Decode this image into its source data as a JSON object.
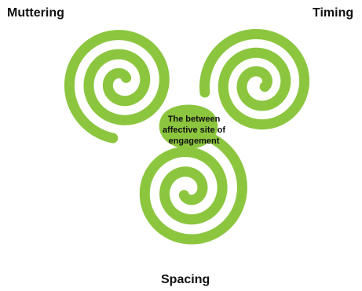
{
  "diagram": {
    "spiral_color": "#8cc63f",
    "background_color": "#ffffff",
    "spirals": [
      {
        "name": "Muttering",
        "icon": "spiral-icon"
      },
      {
        "name": "Timing",
        "icon": "spiral-icon"
      },
      {
        "name": "Spacing",
        "icon": "spiral-icon"
      }
    ],
    "labels": {
      "muttering": "Muttering",
      "timing": "Timing",
      "spacing": "Spacing"
    },
    "center": {
      "line1": "The between",
      "line2": "affective site of",
      "line3": "engagement"
    }
  }
}
